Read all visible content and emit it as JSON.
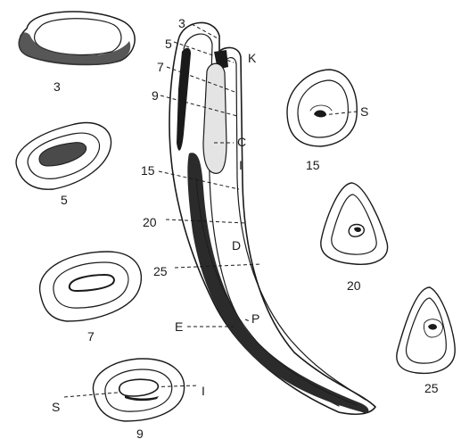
{
  "sections": [
    {
      "key": "s3",
      "label": "3"
    },
    {
      "key": "s5",
      "label": "5"
    },
    {
      "key": "s7",
      "label": "7"
    },
    {
      "key": "s9",
      "label": "9"
    },
    {
      "key": "s15",
      "label": "15"
    },
    {
      "key": "s20",
      "label": "20"
    },
    {
      "key": "s25",
      "label": "25"
    }
  ],
  "tooth_level_labels": [
    "3",
    "5",
    "7",
    "9",
    "15",
    "20",
    "25"
  ],
  "structure_labels": {
    "k": "K",
    "c": "C",
    "i": "I",
    "d": "D",
    "p": "P",
    "e": "E",
    "s15": "S",
    "s9_s": "S",
    "s9_i": "I"
  },
  "colors": {
    "ink": "#1a1a1a",
    "background": "#ffffff"
  }
}
